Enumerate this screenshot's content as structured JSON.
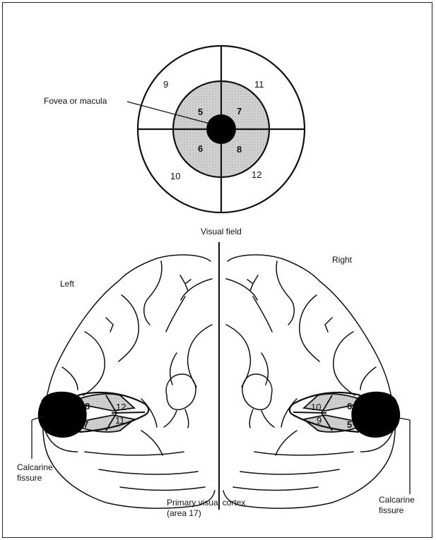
{
  "visual_field": {
    "label": "Visual field",
    "fovea_label": "Fovea or macula",
    "quadrants": {
      "upper_left_outer": "9",
      "upper_right_outer": "11",
      "lower_left_outer": "10",
      "lower_right_outer": "12",
      "upper_left_inner": "5",
      "upper_right_inner": "7",
      "lower_left_inner": "6",
      "lower_right_inner": "8"
    }
  },
  "hemispheres": {
    "left_label": "Left",
    "right_label": "Right",
    "left_regions": {
      "upper_inner": "8",
      "lower_inner": "7",
      "upper_outer": "12",
      "lower_outer": "11"
    },
    "right_regions": {
      "upper_inner": "6",
      "lower_inner": "5",
      "upper_outer": "10",
      "lower_outer": "9"
    }
  },
  "labels": {
    "calcarine_left_line1": "Calcarine",
    "calcarine_left_line2": "fissure",
    "calcarine_right_line1": "Calcarine",
    "calcarine_right_line2": "fissure",
    "primary_cortex_line1": "Primary visual cortex",
    "primary_cortex_line2": "(area 17)"
  },
  "colors": {
    "ink": "#111111",
    "stipple": "#cfcfcf"
  }
}
